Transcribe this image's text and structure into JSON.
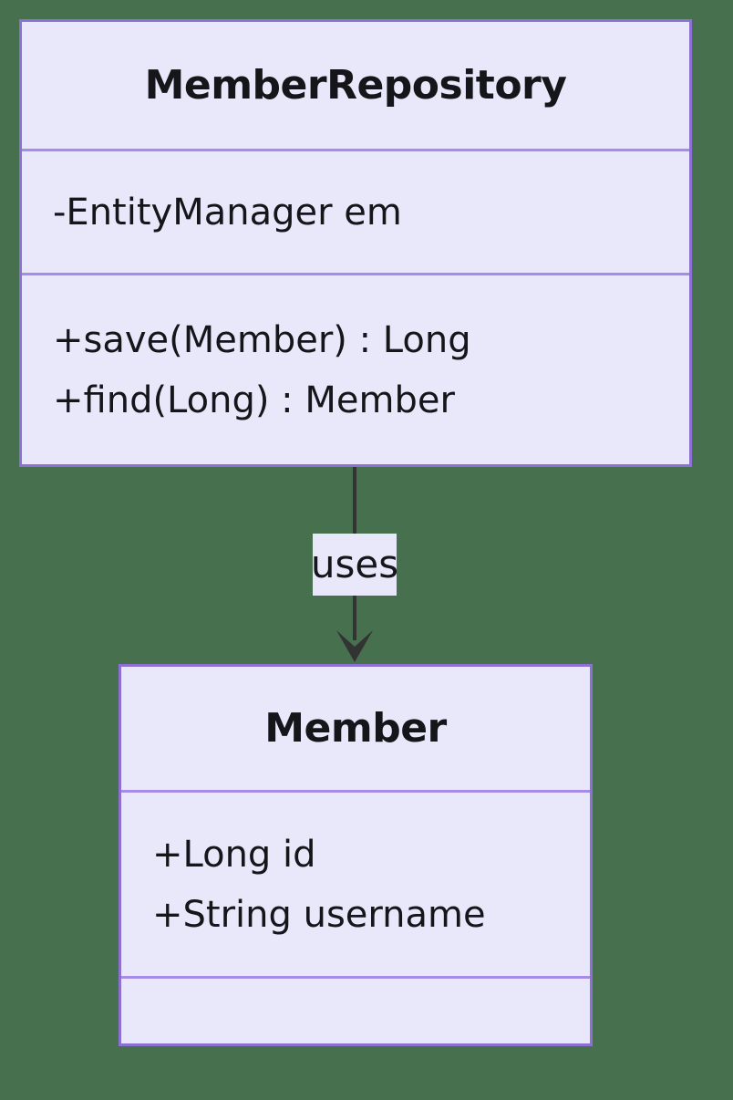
{
  "diagram": {
    "type": "uml-class-diagram",
    "classes": [
      {
        "name": "MemberRepository",
        "attributes": [
          "-EntityManager em"
        ],
        "methods": [
          "+save(Member) : Long",
          "+find(Long) : Member"
        ]
      },
      {
        "name": "Member",
        "attributes": [
          "+Long id",
          "+String username"
        ],
        "methods": []
      }
    ],
    "relationships": [
      {
        "from": "MemberRepository",
        "to": "Member",
        "label": "uses",
        "type": "dependency-arrow-down"
      }
    ]
  },
  "colors": {
    "background": "#46704E",
    "box-fill": "#E9E8FB",
    "box-border": "#8D70D4",
    "divider": "#A78BE8",
    "arrow": "#333333",
    "text": "#15151A"
  }
}
